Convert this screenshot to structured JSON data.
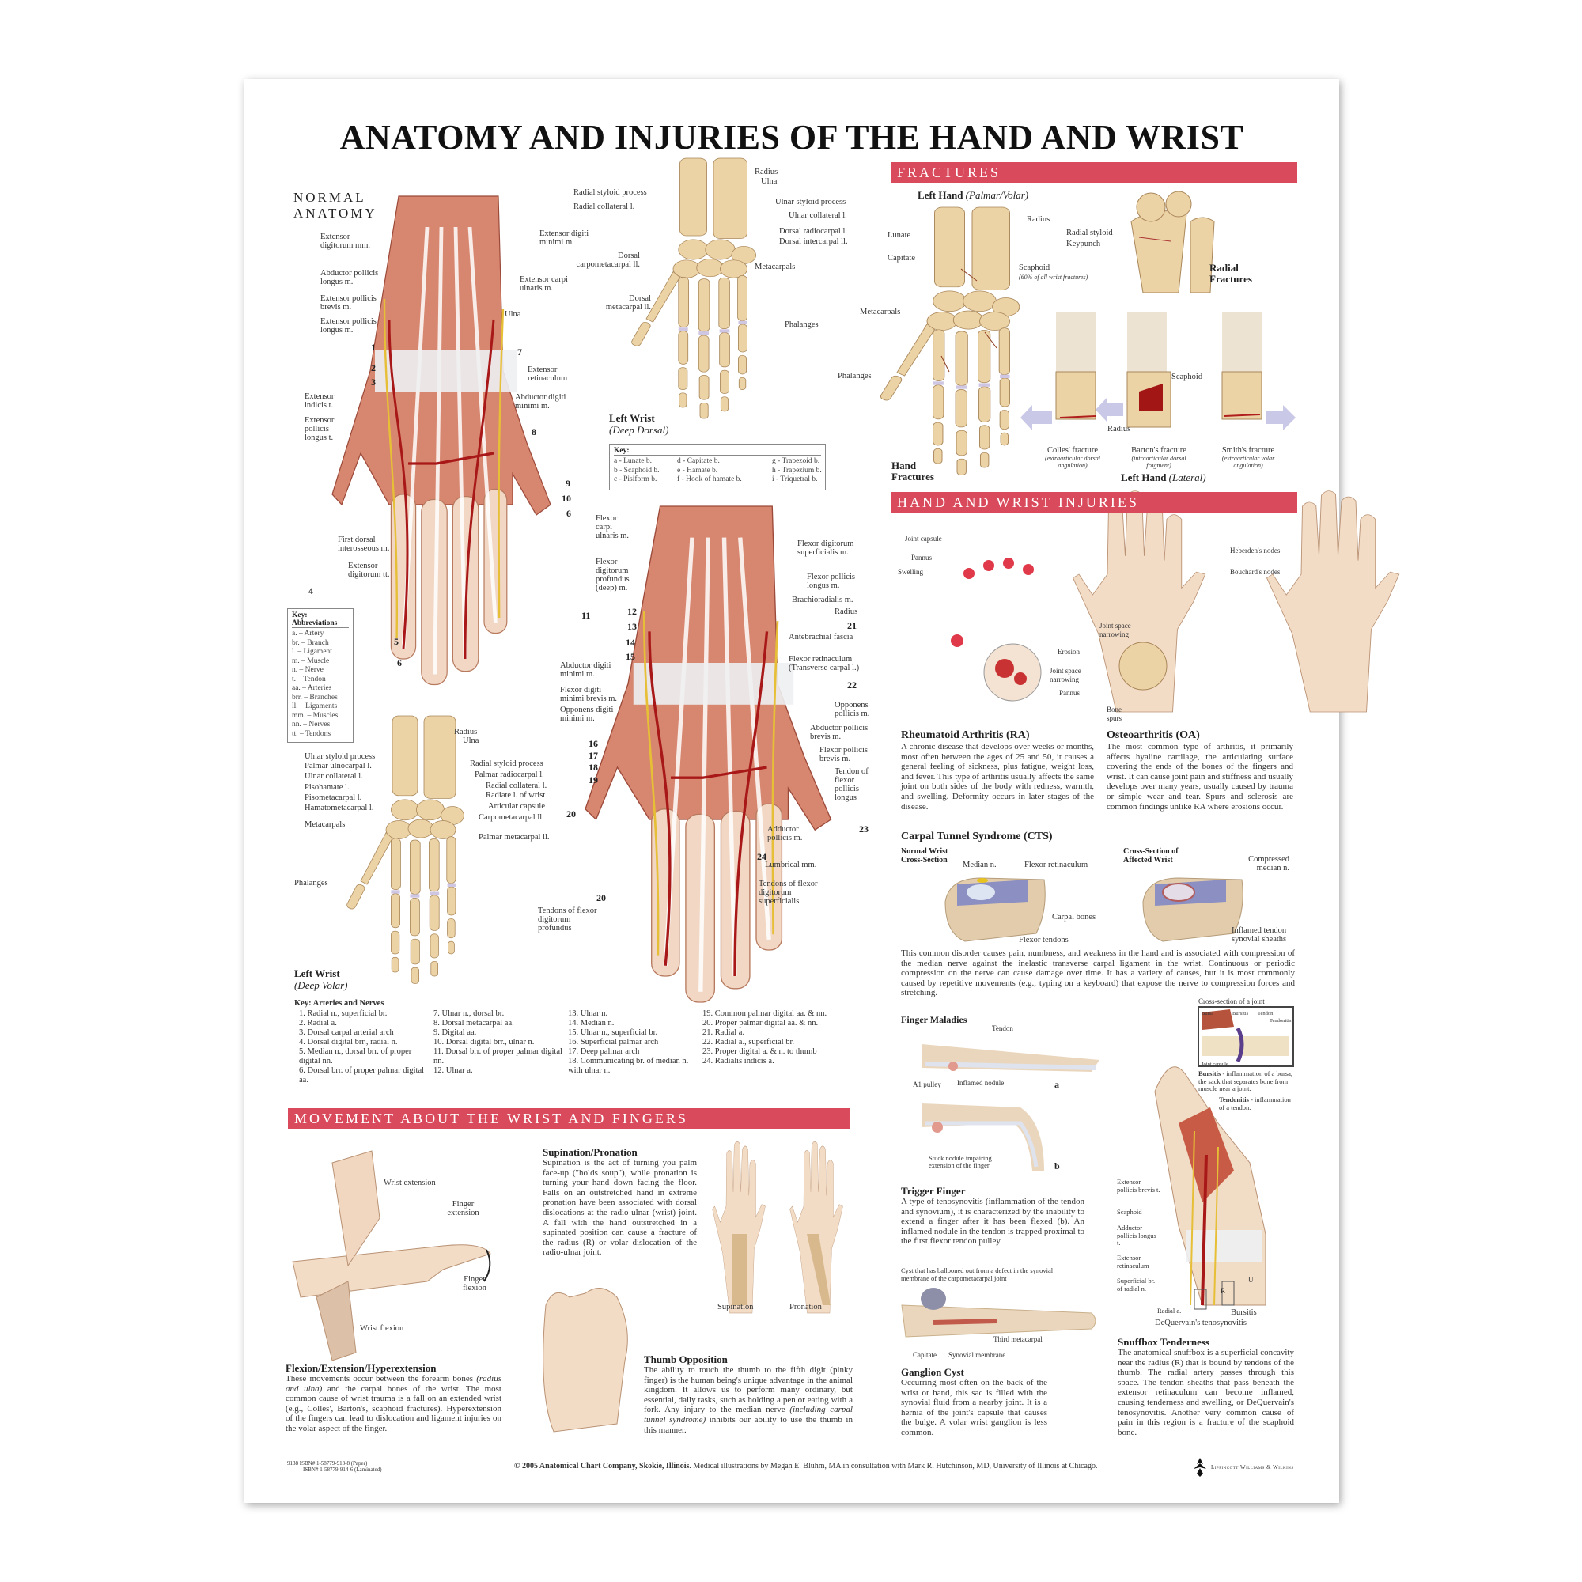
{
  "title": "ANATOMY AND INJURIES OF THE HAND AND WRIST",
  "colors": {
    "section_bar": "#d94a5c",
    "muscle": "#cf6a55",
    "bone": "#ecd3a6",
    "skin": "#f3dcc6",
    "artery": "#b01e1e",
    "nerve": "#e8c23a"
  },
  "sections": {
    "normal_anatomy": "NORMAL ANATOMY",
    "fractures": "FRACTURES",
    "injuries": "HAND AND WRIST INJURIES",
    "movement": "MOVEMENT ABOUT THE WRIST AND FINGERS"
  },
  "dorsal_hand": {
    "labels": [
      "Extensor digitorum mm.",
      "Extensor digiti minimi m.",
      "Abductor pollicis longus m.",
      "Extensor pollicis brevis m.",
      "Extensor pollicis longus m.",
      "Extensor carpi ulnaris m.",
      "Ulna",
      "Extensor retinaculum",
      "Abductor digiti minimi m.",
      "Extensor indicis t.",
      "Extensor pollicis longus t.",
      "First dorsal interosseous m.",
      "Extensor digitorum tt."
    ],
    "numbers": [
      "1",
      "7",
      "2",
      "3",
      "8",
      "9",
      "10",
      "6",
      "4",
      "5",
      "6",
      "11"
    ]
  },
  "abbrev_key": {
    "title": "Key: Abbreviations",
    "items": [
      "a. – Artery",
      "br. – Branch",
      "l. – Ligament",
      "m. – Muscle",
      "n. – Nerve",
      "t. – Tendon",
      "aa. – Arteries",
      "brr. – Branches",
      "ll. – Ligaments",
      "mm. – Muscles",
      "nn. – Nerves",
      "tt. – Tendons"
    ]
  },
  "dorsal_wrist": {
    "labels": [
      "Radius",
      "Ulna",
      "Radial styloid process",
      "Radial collateral l.",
      "Ulnar styloid process",
      "Ulnar collateral l.",
      "Dorsal radiocarpal l.",
      "Dorsal intercarpal ll.",
      "Dorsal carpometacarpal ll.",
      "Metacarpals",
      "Dorsal metacarpal ll.",
      "Phalanges"
    ],
    "caption": "Left Wrist",
    "caption_sub": "(Deep Dorsal)",
    "key_title": "Key:",
    "key": [
      "a - Lunate b.",
      "b - Scaphoid b.",
      "c - Pisiform b.",
      "d - Capitate b.",
      "e - Hamate b.",
      "f - Hook of hamate b.",
      "g - Trapezoid b.",
      "h - Trapezium b.",
      "i - Triquetral b."
    ]
  },
  "palmar_hand": {
    "labels": [
      "Flexor carpi ulnaris m.",
      "Flexor digitorum superficialis m.",
      "Flexor digitorum profundus (deep) m.",
      "Flexor pollicis longus m.",
      "Brachioradialis m.",
      "Radius",
      "Antebrachial fascia",
      "Flexor retinaculum (Transverse carpal l.)",
      "Abductor digiti minimi m.",
      "Flexor digiti minimi brevis m.",
      "Opponens digiti minimi m.",
      "Opponens pollicis m.",
      "Abductor pollicis brevis m.",
      "Flexor pollicis brevis m.",
      "Tendon of flexor pollicis longus",
      "Adductor pollicis m.",
      "Lumbrical mm.",
      "Tendons of flexor digitorum superficialis",
      "Tendons of flexor digitorum profundus"
    ],
    "numbers": [
      "12",
      "13",
      "14",
      "15",
      "21",
      "22",
      "16",
      "17",
      "18",
      "19",
      "20",
      "23",
      "24",
      "20"
    ]
  },
  "volar_wrist": {
    "labels": [
      "Radius",
      "Ulna",
      "Ulnar styloid process",
      "Palmar ulnocarpal l.",
      "Ulnar collateral l.",
      "Pisohamate l.",
      "Pisometacarpal l.",
      "Hamatometacarpal l.",
      "Radial styloid process",
      "Palmar radiocarpal l.",
      "Radial collateral l.",
      "Radiate l. of wrist",
      "Articular capsule",
      "Carpometacarpal ll.",
      "Metacarpals",
      "Palmar metacarpal ll.",
      "Phalanges"
    ],
    "caption": "Left Wrist",
    "caption_sub": "(Deep Volar)"
  },
  "arteries_key": {
    "title": "Key: Arteries and Nerves",
    "columns": [
      [
        "1. Radial n., superficial br.",
        "2. Radial a.",
        "3. Dorsal carpal arterial arch",
        "4. Dorsal digital brr., radial n.",
        "5. Median n., dorsal brr. of proper digital nn.",
        "6. Dorsal brr. of proper palmar digital aa."
      ],
      [
        "7. Ulnar n., dorsal br.",
        "8. Dorsal metacarpal aa.",
        "9. Digital aa.",
        "10. Dorsal digital brr., ulnar n.",
        "11. Dorsal brr. of proper palmar digital nn.",
        "12. Ulnar a."
      ],
      [
        "13. Ulnar n.",
        "14. Median n.",
        "15. Ulnar n., superficial br.",
        "16. Superficial palmar arch",
        "17. Deep palmar arch",
        "18. Communicating br. of median n. with ulnar n."
      ],
      [
        "19. Common palmar digital aa. & nn.",
        "20. Proper palmar digital aa. & nn.",
        "21. Radial a.",
        "22. Radial a., superficial br.",
        "23. Proper digital a. & n. to thumb",
        "24. Radialis indicis a."
      ]
    ]
  },
  "fractures": {
    "hand_title": "Left Hand",
    "hand_title_sub": "(Palmar/Volar)",
    "hand_labels": [
      "Radius",
      "Lunate",
      "Capitate",
      "Scaphoid",
      "(60% of all wrist fractures)",
      "Metacarpals",
      "Phalanges"
    ],
    "hand_caption": "Hand Fractures",
    "radial_labels": [
      "Radial styloid",
      "Keypunch"
    ],
    "radial_caption": "Radial Fractures",
    "lateral_labels": [
      "Scaphoid",
      "Radius"
    ],
    "types": [
      {
        "name": "Colles' fracture",
        "desc": "(extraarticular dorsal angulation)"
      },
      {
        "name": "Barton's fracture",
        "desc": "(intraarticular dorsal fragment)"
      },
      {
        "name": "Smith's fracture",
        "desc": "(extraarticular volar angulation)"
      }
    ],
    "lateral_caption": "Left Hand",
    "lateral_caption_sub": "(Lateral)"
  },
  "injuries": {
    "ra_labels": [
      "Joint capsule",
      "Pannus",
      "Swelling",
      "Erosion",
      "Joint space narrowing",
      "Pannus"
    ],
    "oa_labels": [
      "Heberden's nodes",
      "Bouchard's nodes",
      "Joint space narrowing",
      "Bone spurs"
    ],
    "ra": {
      "title": "Rheumatoid Arthritis (RA)",
      "text": "A chronic disease that develops over weeks or months, most often between the ages of 25 and 50, it causes a general feeling of sickness, plus fatigue, weight loss, and fever. This type of arthritis usually affects the same joint on both sides of the body with redness, warmth, and swelling. Deformity occurs in later stages of the disease."
    },
    "oa": {
      "title": "Osteoarthritis (OA)",
      "text": "The most common type of arthritis, it primarily affects hyaline cartilage, the articulating surface covering the ends of the bones of the fingers and wrist. It can cause joint pain and stiffness and usually develops over many years, usually caused by trauma or simple wear and tear. Spurs and sclerosis are common findings unlike RA where erosions occur."
    },
    "cts": {
      "title": "Carpal Tunnel Syndrome (CTS)",
      "normal_caption": "Normal Wrist Cross-Section",
      "affected_caption": "Cross-Section of Affected Wrist",
      "labels": [
        "Median n.",
        "Flexor retinaculum",
        "Carpal bones",
        "Flexor tendons",
        "Compressed median n.",
        "Inflamed tendon synovial sheaths"
      ],
      "text": "This common disorder causes pain, numbness, and weakness in the hand and is associated with compression of the median nerve against the inelastic transverse carpal ligament in the wrist. Continuous or periodic compression on the nerve can cause damage over time. It has a variety of causes, but it is most commonly caused by repetitive movements (e.g., typing on a keyboard) that expose the nerve to compression forces and stretching."
    },
    "finger": {
      "title": "Finger Maladies",
      "labels": [
        "Tendon",
        "A1 pulley",
        "Inflamed nodule",
        "a",
        "Stuck nodule impairing extension of the finger",
        "b"
      ]
    },
    "joint_box": {
      "title": "Cross-section of a joint",
      "labels": [
        "Bursa",
        "Bursitis",
        "Tendon",
        "Tendonitis",
        "Joint capsule"
      ],
      "bursitis_term": "Bursitis",
      "bursitis_def": " - inflammation of a bursa, the sack that separates bone from muscle near a joint.",
      "tendonitis_term": "Tendonitis",
      "tendonitis_def": " - inflammation of a tendon."
    },
    "trigger": {
      "title": "Trigger Finger",
      "text": "A type of tenosynovitis (inflammation of the tendon and synovium), it is characterized by the inability to extend a finger after it has been flexed (b). An inflamed nodule in the tendon is trapped proximal to the first flexor tendon pulley."
    },
    "ganglion": {
      "caption": "Cyst that has ballooned out from a defect in the synovial membrane of the carpometacarpal joint",
      "labels": [
        "Third metacarpal",
        "Capitate",
        "Synovial membrane"
      ],
      "title": "Ganglion Cyst",
      "text": "Occurring most often on the back of the wrist or hand, this sac is filled with the synovial fluid from a nearby joint. It is a hernia of the joint's capsule that causes the bulge. A volar wrist ganglion is less common."
    },
    "snuffbox": {
      "labels": [
        "Extensor pollicis brevis t.",
        "Scaphoid",
        "Adductor pollicis longus t.",
        "Extensor retinaculum",
        "Superficial br. of radial n.",
        "Radial a.",
        "Bursitis",
        "DeQuervain's tenosynovitis",
        "R",
        "U"
      ],
      "title": "Snuffbox Tenderness",
      "text": "The anatomical snuffbox is a superficial concavity near the radius (R) that is bound by tendons of the thumb. The radial artery passes through this space. The tendon sheaths that pass beneath the extensor retinaculum can become inflamed, causing tenderness and swelling, or DeQuervain's tenosynovitis. Another very common cause of pain in this region is a fracture of the scaphoid bone."
    }
  },
  "movement": {
    "labels": [
      "Wrist extension",
      "Finger extension",
      "Finger flexion",
      "Wrist flexion",
      "Supination",
      "Pronation"
    ],
    "flexion": {
      "title": "Flexion/Extension/Hyperextension",
      "text_a": "These movements occur between the forearm bones ",
      "text_it": "(radius and ulna)",
      "text_b": " and the carpal bones of the wrist. The most common cause of wrist trauma is a fall on an extended wrist (e.g., Colles', Barton's, scaphoid fractures). Hyperextension of the fingers can lead to dislocation and ligament injuries on the volar aspect of the finger."
    },
    "supination": {
      "title": "Supination/Pronation",
      "text": "Supination is the act of turning you palm face-up (\"holds soup\"), while pronation is turning your hand down facing the floor. Falls on an outstretched hand in extreme pronation have been associated with dorsal dislocations at the radio-ulnar (wrist) joint. A fall with the hand outstretched in a supinated position can cause a fracture of the radius (R) or volar dislocation of the radio-ulnar joint."
    },
    "thumb": {
      "title": "Thumb Opposition",
      "text_a": "The ability to touch the thumb to the fifth digit (pinky finger) is the human being's unique advantage in the animal kingdom. It allows us to perform many ordinary, but essential, daily tasks, such as holding a pen or eating with a fork. Any injury to the median nerve ",
      "text_it": "(including carpal tunnel syndrome)",
      "text_b": " inhibits our ability to use the thumb in this manner."
    }
  },
  "footer": {
    "isbn_1": "9138  ISBN# 1-58779-913-8 (Paper)",
    "isbn_2": "ISBN# 1-58779-914-6 (Laminated)",
    "copyright": "© 2005 Anatomical Chart Company, Skokie, Illinois.",
    "credits": " Medical illustrations by Megan E. Bluhm, MA in consultation with Mark R. Hutchinson, MD, University of Illinois at Chicago.",
    "publisher": "Lippincott Williams & Wilkins"
  }
}
